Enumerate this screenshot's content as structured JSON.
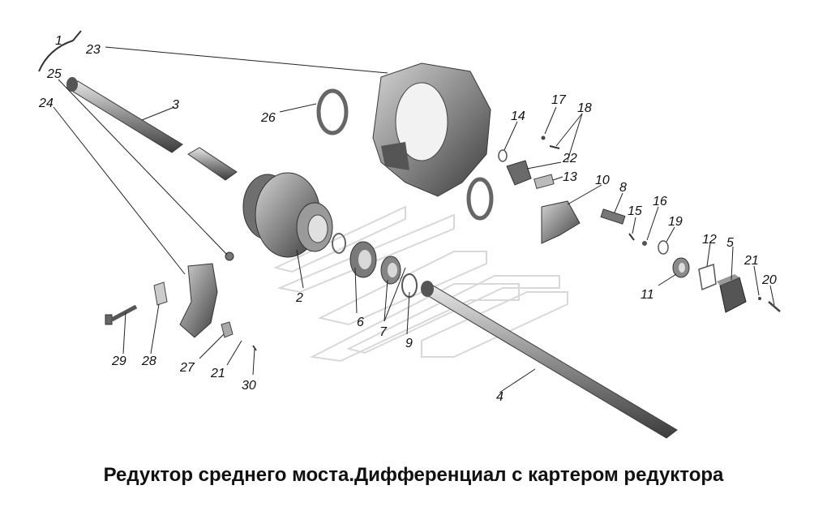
{
  "caption": "Редуктор среднего моста.Дифференциал с картером редуктора",
  "callouts": {
    "c1": "1",
    "c2": "2",
    "c3": "3",
    "c4": "4",
    "c5": "5",
    "c6": "6",
    "c7": "7",
    "c8": "8",
    "c9": "9",
    "c10": "10",
    "c11": "11",
    "c12": "12",
    "c13": "13",
    "c14": "14",
    "c15": "15",
    "c16": "16",
    "c17": "17",
    "c18": "18",
    "c19": "19",
    "c20": "20",
    "c21a": "21",
    "c21b": "21",
    "c22": "22",
    "c23": "23",
    "c24": "24",
    "c25": "25",
    "c26": "26",
    "c27": "27",
    "c28": "28",
    "c29": "29",
    "c30": "30"
  },
  "colors": {
    "part_dark": "#4a4a4a",
    "part_mid": "#8a8a8a",
    "part_light": "#c9c9c9",
    "watermark": "#d8d8d8"
  }
}
